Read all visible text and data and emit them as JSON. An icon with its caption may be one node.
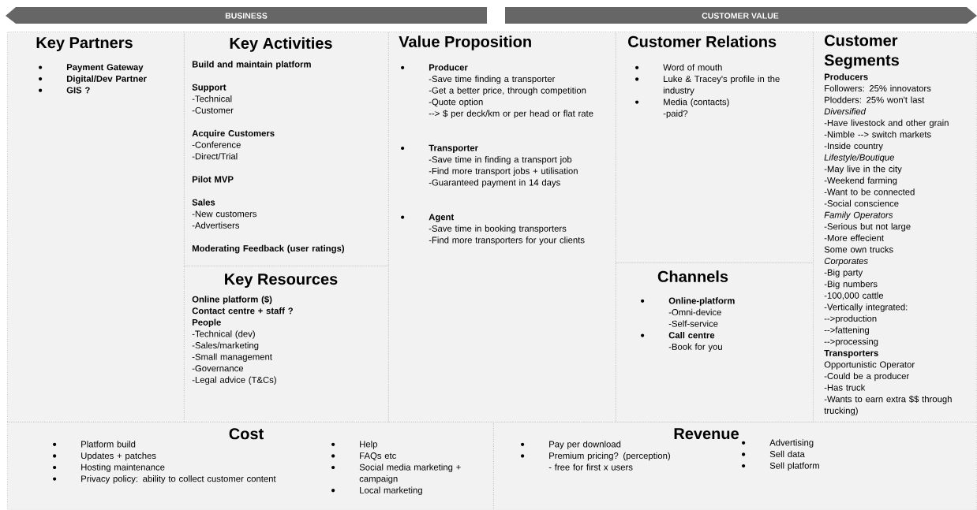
{
  "diagram": {
    "nodes": [
      {
        "text": [
          "BUSINESS"
        ]
      },
      {
        "text": [
          "CUSTOMER VALUE"
        ]
      },
      {
        "text": [
          "Key Partners",
          "Payment Gateway",
          "Digital/Dev Partner",
          "GIS ?"
        ]
      },
      {
        "text": [
          "Key Activities",
          "Build and maintain platform",
          "Support",
          "-Technical",
          "-Customer",
          "Acquire Customers",
          "-Conference",
          "-Direct/Trial",
          "Pilot MVP",
          "Sales",
          "-New customers",
          "-Advertisers",
          "Moderating Feedback (user ratings)"
        ]
      },
      {
        "text": [
          "Key Resources",
          "Online platform ($)",
          "Contact centre + staff ?",
          "People",
          "-Technical (dev)",
          "-Sales/marketing",
          "-Small management",
          "-Governance",
          "-Legal advice (T&Cs)"
        ]
      },
      {
        "text": [
          "Value Proposition",
          "Producer",
          "-Save time finding a transporter",
          "-Get a better price, through competition",
          "-Quote option",
          "--> $ per deck/km or per head or flat rate",
          "Transporter",
          "-Save time in finding a transport job",
          "-Find more transport jobs + utilisation",
          "-Guaranteed payment in 14 days",
          "Agent",
          "-Save time in booking transporters",
          "-Find more transporters for your clients"
        ]
      },
      {
        "text": [
          "Customer Relations",
          "Word of mouth",
          "Luke & Tracey's profile in the industry",
          "Media (contacts)",
          "-paid?"
        ]
      },
      {
        "text": [
          "Channels",
          "Online-platform",
          "-Omni-device",
          "-Self-service",
          "Call centre",
          "-Book for you"
        ]
      },
      {
        "text": [
          "Customer Segments",
          "Producers",
          "Followers: 25% innovators",
          "Plodders: 25% won't last",
          "Diversified",
          "-Have livestock and other grain",
          "-Nimble --> switch markets",
          "-Inside country",
          "Lifestyle/Boutique",
          "-May live in the city",
          "-Weekend farming",
          "-Want to be connected",
          "-Social conscience",
          "Family Operators",
          "-Serious but not large",
          "-More effecient",
          "Some own trucks",
          "Corporates",
          "-Big party",
          "-Big numbers",
          "-100,000 cattle",
          "-Vertically integrated:",
          "-->production",
          "-->fattening",
          "-->processing",
          "Transporters",
          "Opportunistic Operator",
          "-Could be a producer",
          "-Has truck",
          "-Wants to earn extra $$ through trucking)"
        ]
      },
      {
        "text": [
          "Cost",
          "Platform build",
          "Updates + patches",
          "Hosting maintenance",
          "Privacy policy: ability to collect customer content",
          "Help",
          "FAQs etc",
          "Social media marketing + campaign",
          "Local marketing"
        ]
      },
      {
        "text": [
          "Revenue",
          "Pay per download",
          "Premium pricing? (perception)",
          "- free for first x users",
          "Advertising",
          "Sell data",
          "Sell platform"
        ]
      }
    ]
  }
}
